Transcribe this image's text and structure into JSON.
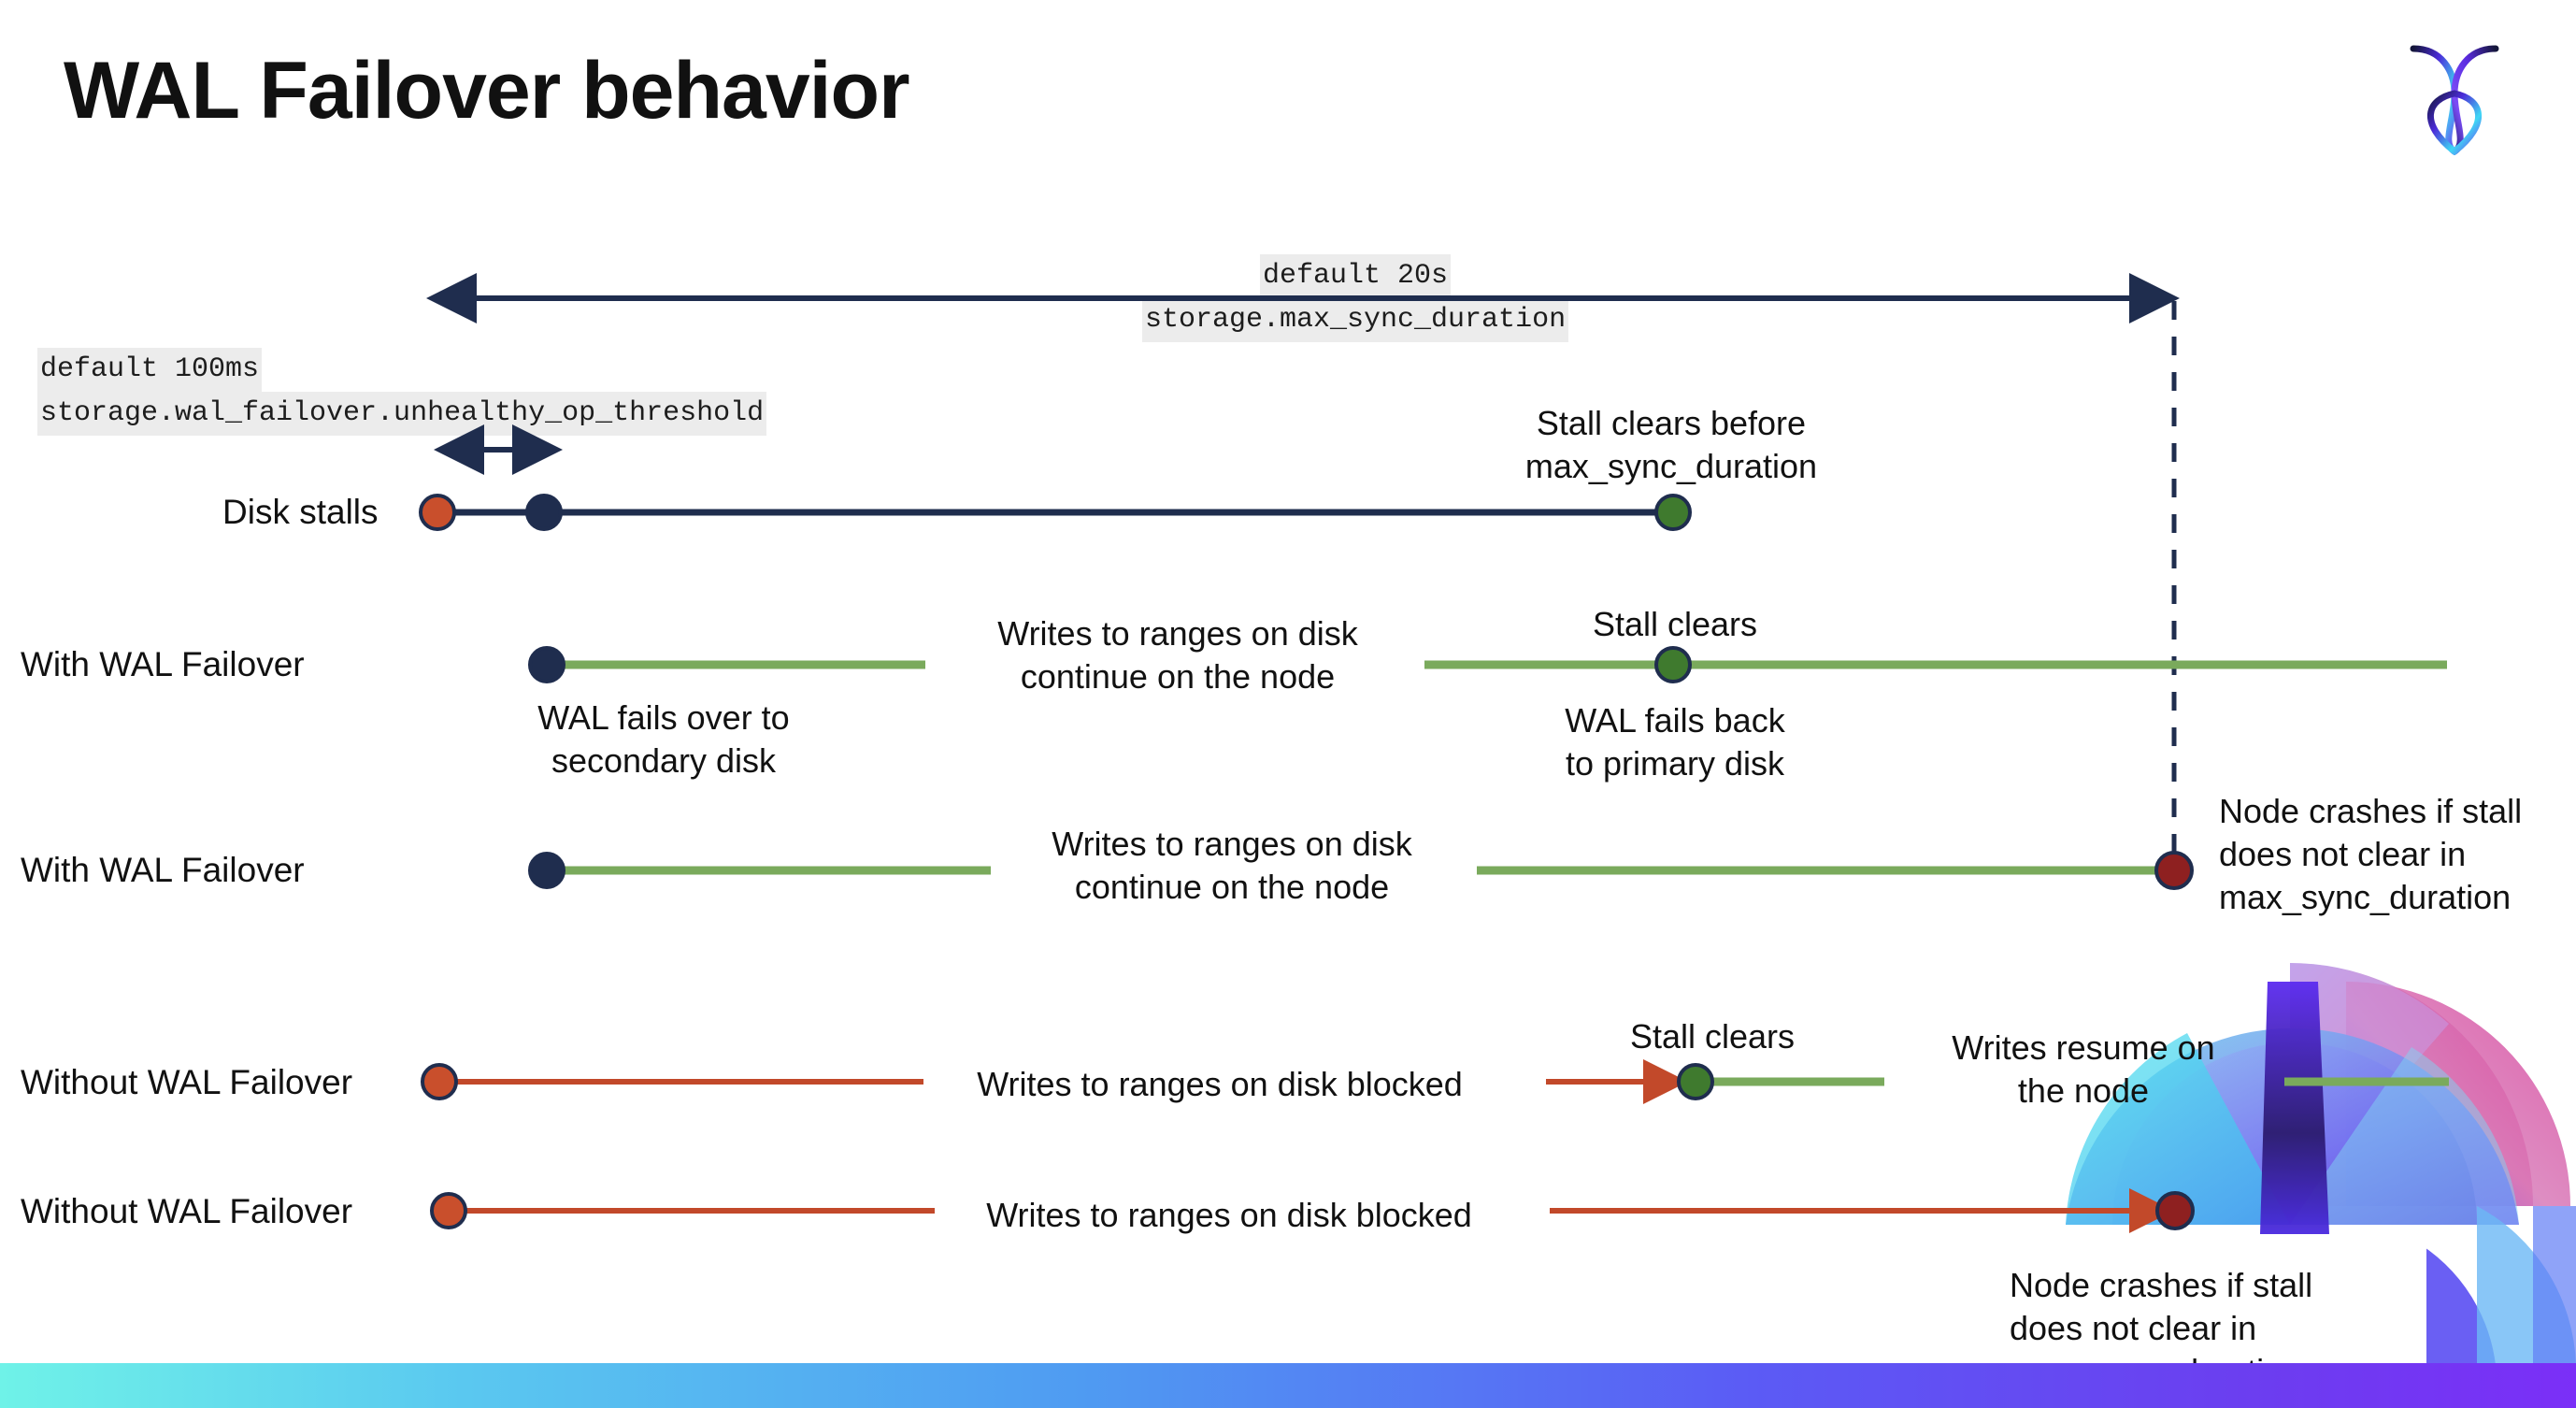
{
  "slide": {
    "title": "WAL Failover behavior",
    "logo_name": "cockroachdb-logo"
  },
  "annotations": {
    "max_sync": {
      "line1": "default 20s",
      "line2": "storage.max_sync_duration"
    },
    "unhealthy_op": {
      "line1": "default 100ms",
      "line2": "storage.wal_failover.unhealthy_op_threshold"
    }
  },
  "rows": [
    {
      "id": "disk-stalls",
      "label": "Disk stalls",
      "note": "Stall clears before\nmax_sync_duration"
    },
    {
      "id": "with-wal-failover-1",
      "label": "With WAL Failover",
      "note_start": "WAL fails over to\nsecondary disk",
      "note_mid": "Writes to ranges on disk\ncontinue on the node",
      "note_clear": "Stall clears",
      "note_back": "WAL fails  back\nto primary disk"
    },
    {
      "id": "with-wal-failover-2",
      "label": "With WAL Failover",
      "note_mid": "Writes to ranges on disk\ncontinue on the node",
      "note_crash": "Node crashes if stall\ndoes not clear in\nmax_sync_duration"
    },
    {
      "id": "without-wal-failover-1",
      "label": "Without WAL Failover",
      "note_mid": "Writes to ranges on disk  blocked",
      "note_clear": "Stall clears",
      "note_resume": "Writes resume on\nthe node"
    },
    {
      "id": "without-wal-failover-2",
      "label": "Without WAL Failover",
      "note_mid": "Writes to ranges on disk  blocked",
      "note_crash": "Node crashes if stall\ndoes not clear in\nmax_sync_duration"
    }
  ],
  "colors": {
    "navy": "#1f2d4e",
    "green_line": "#7aaa5c",
    "green_dot": "#3f7a2e",
    "orange": "#c94f2c",
    "dark_red": "#8e2020",
    "code_bg": "#ececec",
    "text": "#111111"
  },
  "legend_markers": {
    "stall_start": "orange-dot",
    "failover_point": "navy-dot",
    "stall_clear": "green-dot",
    "node_crash": "dark-red-dot"
  }
}
